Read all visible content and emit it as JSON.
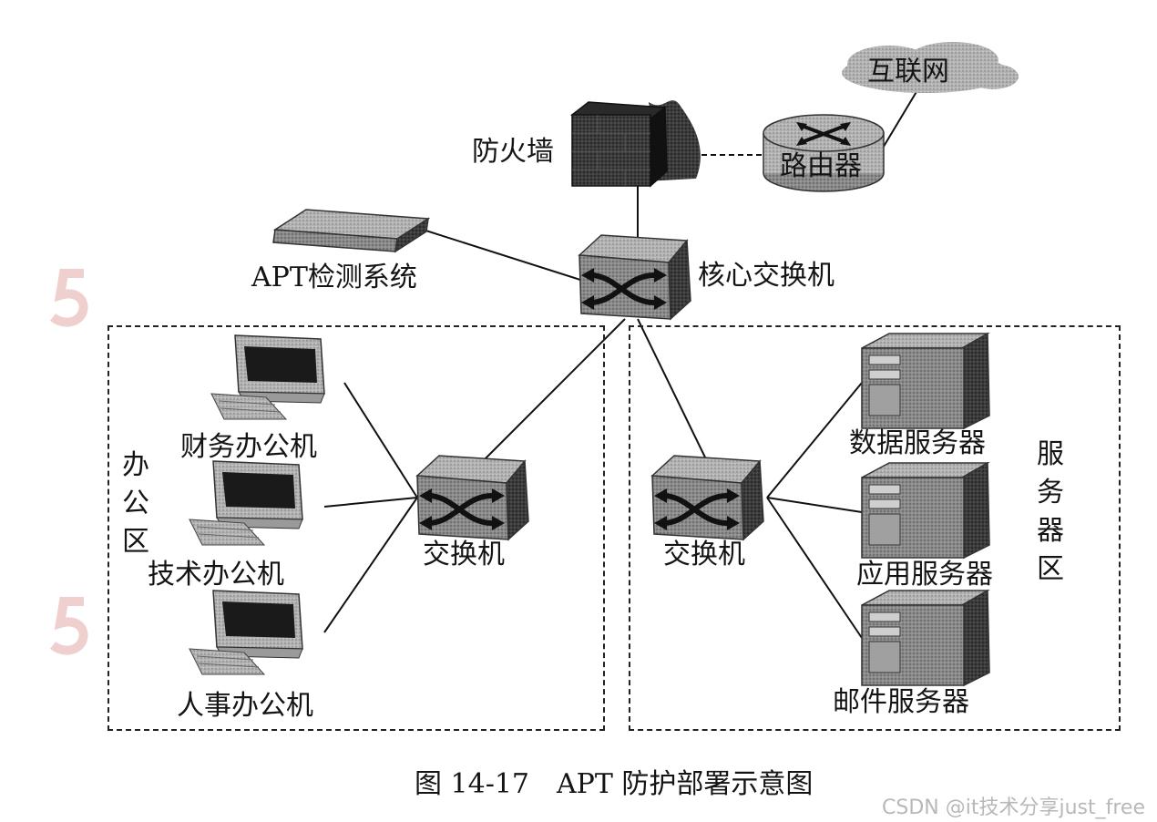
{
  "nodes": {
    "internet": "互联网",
    "router": "路由器",
    "firewall": "防火墙",
    "apt": "APT检测系统",
    "core_switch": "核心交换机",
    "office_switch": "交换机",
    "server_switch": "交换机",
    "finance_pc": "财务办公机",
    "tech_pc": "技术办公机",
    "hr_pc": "人事办公机",
    "data_server": "数据服务器",
    "app_server": "应用服务器",
    "mail_server": "邮件服务器"
  },
  "zones": {
    "office": "办公区",
    "server": "服务器区"
  },
  "caption": "图 14-17　APT 防护部署示意图",
  "watermark": "CSDN @it技术分享just_free"
}
